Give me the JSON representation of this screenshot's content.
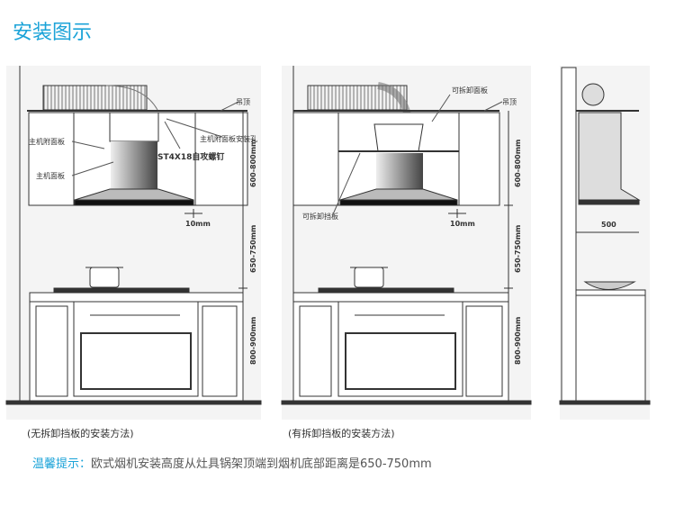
{
  "title": "安装图示",
  "left_panel": {
    "labels": {
      "ceiling": "吊顶",
      "attach_panel": "主机附面板",
      "attach_hole": "主机附面板安装孔",
      "screw": "ST4X18自攻螺钉",
      "main_panel": "主机面板",
      "gap": "10mm",
      "dim_upper": "600-800mm",
      "dim_mid": "650-750mm",
      "dim_lower": "800-900mm"
    },
    "caption": "(无拆卸挡板的安装方法)"
  },
  "mid_panel": {
    "labels": {
      "removable_face": "可拆卸面板",
      "ceiling": "吊顶",
      "removable_baffle": "可拆卸挡板",
      "gap": "10mm",
      "dim_upper": "600-800mm",
      "dim_mid": "650-750mm",
      "dim_lower": "800-900mm"
    },
    "caption": "(有拆卸挡板的安装方法)"
  },
  "right_panel": {
    "labels": {
      "depth": "500"
    }
  },
  "tip": {
    "prefix": "温馨提示：",
    "text": "欧式烟机安装高度从灶具锅架顶端到烟机底部距离是650-750mm"
  },
  "colors": {
    "accent": "#1ba3d8"
  }
}
